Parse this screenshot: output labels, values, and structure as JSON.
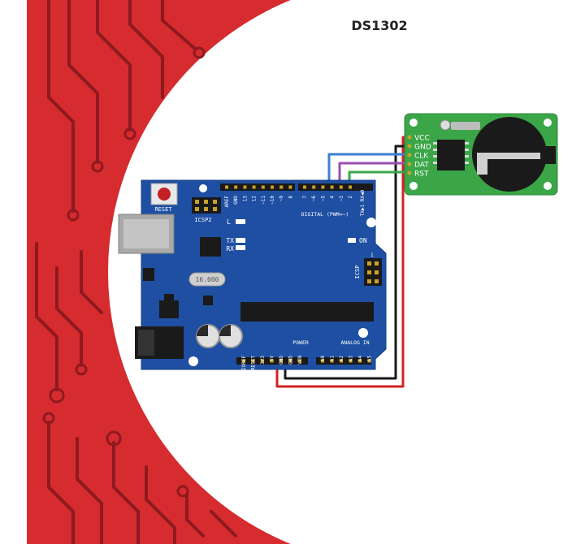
{
  "title": "DS1302",
  "colors": {
    "background_red": "#d62b2f",
    "trace_dark": "#8e1a1f",
    "board_blue": "#1e4fa3",
    "module_green": "#3aa648",
    "wire_red": "#d32222",
    "wire_black": "#1a1a1a",
    "wire_blue": "#3b7fd1",
    "wire_purple": "#9b4fb0",
    "wire_green": "#3aa648"
  },
  "module": {
    "pins": [
      "VCC",
      "GND",
      "CLK",
      "DAT",
      "RST"
    ]
  },
  "arduino": {
    "reset_label": "RESET",
    "icsp2_label": "ICSP2",
    "icsp_label": "ICSP",
    "icsp_pin1": "1",
    "digital_label": "DIGITAL (PWM=~)",
    "tx_rx_label": "TX▶1 RX◀0",
    "top_header_left": [
      "AREF",
      "GND",
      "13",
      "12",
      "~11",
      "~10",
      "~9",
      "8"
    ],
    "top_header_right": [
      "7",
      "~6",
      "~5",
      "4",
      "~3",
      "2"
    ],
    "led_l": "L",
    "led_tx": "TX",
    "led_rx": "RX",
    "led_on": "ON",
    "crystal": "16.000",
    "power_label": "POWER",
    "power_pins": [
      "IOREF",
      "RESET",
      "3V3",
      "5V",
      "GND",
      "GND",
      "VIN"
    ],
    "analog_label": "ANALOG IN",
    "analog_pins": [
      "A0",
      "A1",
      "A2",
      "A3",
      "A4",
      "A5"
    ]
  }
}
